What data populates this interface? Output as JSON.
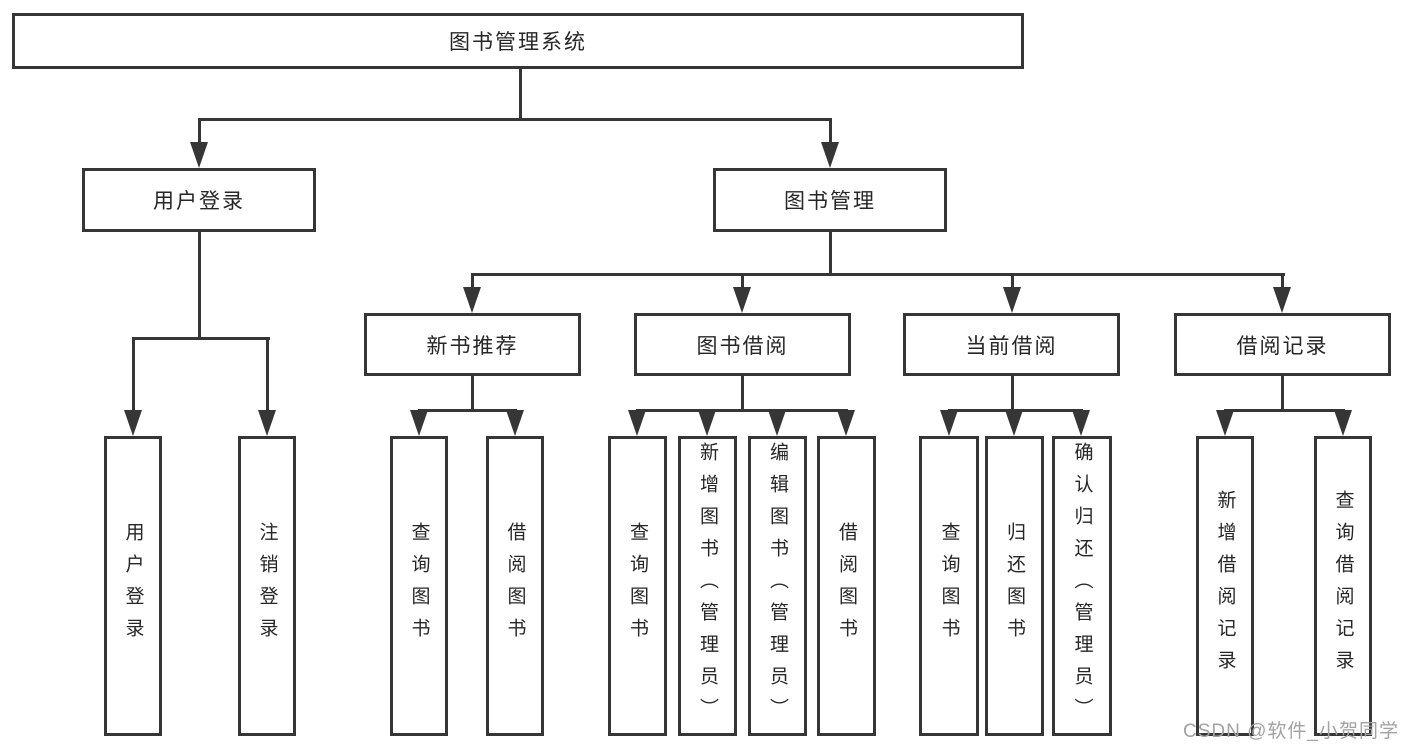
{
  "diagram": {
    "title_node": "图书管理系统",
    "nodes": {
      "root": "图书管理系统",
      "user_login": "用户登录",
      "book_management": "图书管理",
      "new_book_recommendation": "新书推荐",
      "book_borrowing": "图书借阅",
      "current_borrowing": "当前借阅",
      "borrowing_records": "借阅记录",
      "ul_user_login": "用户登录",
      "ul_logout": "注销登录",
      "nb_query_book": "查询图书",
      "nb_borrow_book": "借阅图书",
      "bb_query_book": "查询图书",
      "bb_add_book_admin": "新增图书（管理员）",
      "bb_edit_book_admin": "编辑图书（管理员）",
      "bb_borrow_book": "借阅图书",
      "cb_query_book": "查询图书",
      "cb_return_book": "归还图书",
      "cb_confirm_return_admin": "确认归还（管理员）",
      "br_add_record": "新增借阅记录",
      "br_query_record": "查询借阅记录"
    },
    "hierarchy": {
      "图书管理系统": {
        "用户登录": [
          "用户登录",
          "注销登录"
        ],
        "图书管理": {
          "新书推荐": [
            "查询图书",
            "借阅图书"
          ],
          "图书借阅": [
            "查询图书",
            "新增图书（管理员）",
            "编辑图书（管理员）",
            "借阅图书"
          ],
          "当前借阅": [
            "查询图书",
            "归还图书",
            "确认归还（管理员）"
          ],
          "借阅记录": [
            "新增借阅记录",
            "查询借阅记录"
          ]
        }
      }
    }
  },
  "watermark": "CSDN @软件_小贺同学",
  "colors": {
    "line": "#363636",
    "text": "#262626",
    "watermark": "#a2a2a2",
    "background": "#ffffff"
  }
}
